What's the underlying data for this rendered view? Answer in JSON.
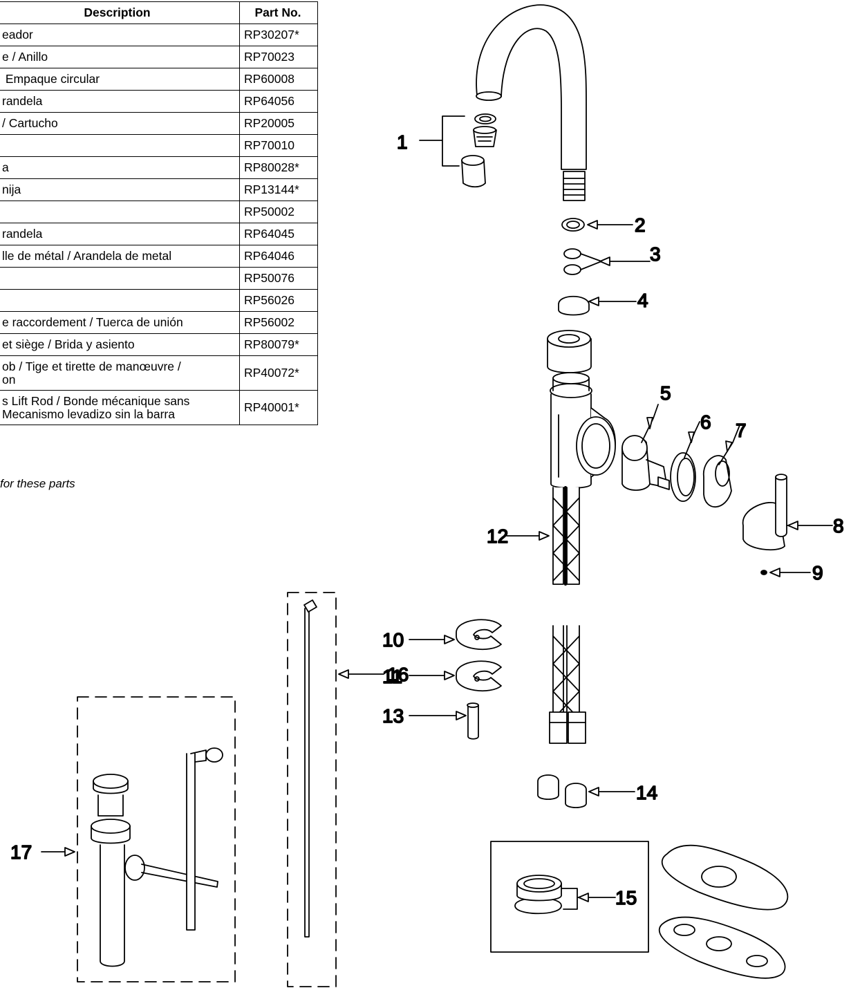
{
  "table": {
    "headers": {
      "description": "Description",
      "part_no": "Part No."
    },
    "rows": [
      {
        "description": "eador",
        "part_no": "RP30207*"
      },
      {
        "description": "e / Anillo",
        "part_no": "RP70023"
      },
      {
        "description": " Empaque circular",
        "part_no": "RP60008"
      },
      {
        "description": "randela",
        "part_no": "RP64056"
      },
      {
        "description": "/ Cartucho",
        "part_no": "RP20005"
      },
      {
        "description": "",
        "part_no": "RP70010"
      },
      {
        "description": "a",
        "part_no": "RP80028*"
      },
      {
        "description": "nija",
        "part_no": "RP13144*"
      },
      {
        "description": "",
        "part_no": "RP50002"
      },
      {
        "description": "randela",
        "part_no": "RP64045"
      },
      {
        "description": "lle de métal / Arandela de metal",
        "part_no": "RP64046"
      },
      {
        "description": "",
        "part_no": "RP50076"
      },
      {
        "description": "",
        "part_no": "RP56026"
      },
      {
        "description": "e raccordement / Tuerca de unión",
        "part_no": "RP56002"
      },
      {
        "description": "et siège / Brida y asiento",
        "part_no": "RP80079*"
      },
      {
        "description_line1": "ob / Tige et tirette de manœuvre /",
        "description_line2": "on",
        "part_no": "RP40072*"
      },
      {
        "description_line1": "s Lift Rod / Bonde mécanique sans",
        "description_line2": "Mecanismo levadizo sin la barra",
        "part_no": "RP40001*"
      }
    ]
  },
  "footnote": "for these parts",
  "callouts": [
    "1",
    "2",
    "3",
    "4",
    "5",
    "6",
    "7",
    "8",
    "9",
    "10",
    "11",
    "12",
    "13",
    "14",
    "15",
    "16",
    "17"
  ]
}
